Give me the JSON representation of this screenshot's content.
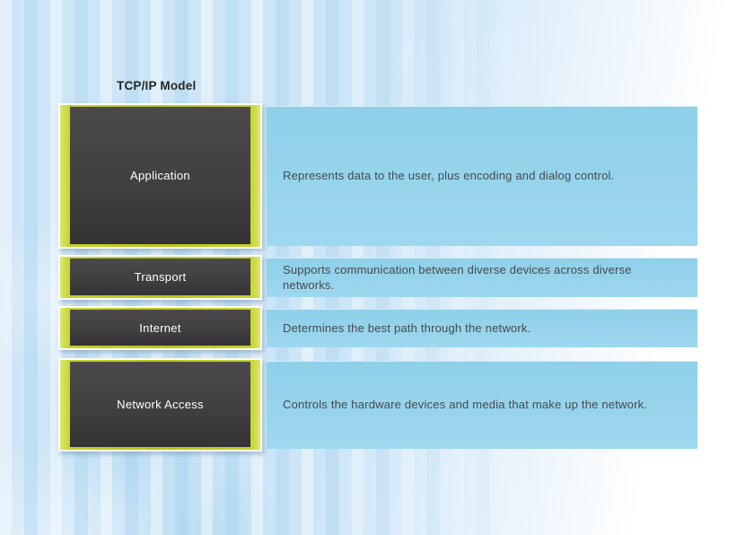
{
  "title": "TCP/IP Model",
  "layers": [
    {
      "name": "Application",
      "description": "Represents data to the user, plus encoding and dialog control."
    },
    {
      "name": "Transport",
      "description": "Supports communication between diverse devices across diverse networks."
    },
    {
      "name": "Internet",
      "description": "Determines the best path through the network."
    },
    {
      "name": "Network Access",
      "description": "Controls the hardware devices and media that make up the network."
    }
  ],
  "colors": {
    "background_blue": "#cde6f7",
    "panel_blue": "#95d2ea",
    "layer_box_dark": "#403d40",
    "edge_yellow_green": "#bfd02a",
    "label_text": "#ffffff",
    "description_text": "#45494b",
    "title_text": "#262626"
  }
}
